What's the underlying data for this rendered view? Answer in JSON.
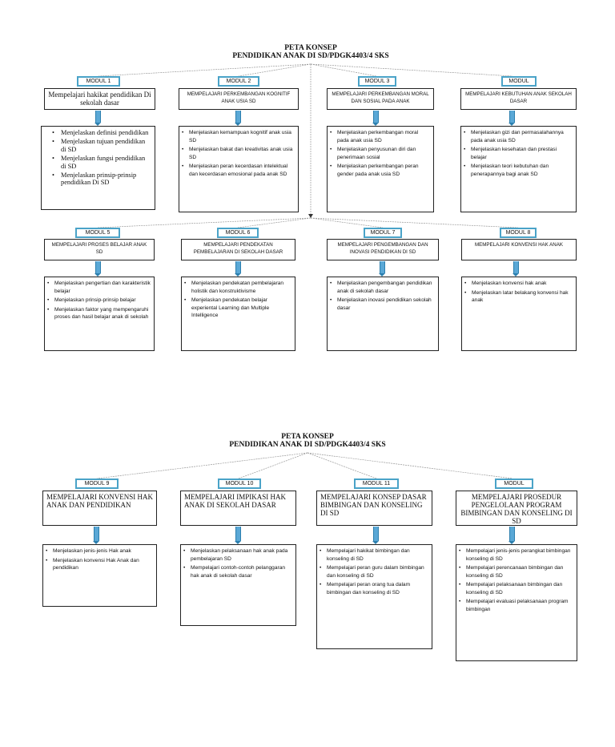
{
  "page1": {
    "title_line1": "PETA KONSEP",
    "title_line2": "PENDIDIKAN ANAK DI SD/PDGK4403/4 SKS",
    "modules": [
      {
        "tag": "MODUL 1",
        "heading": "Mempelajari hakikat pendidikan Di sekolah dasar",
        "items": [
          "Menjelaskan definisi pendidikan",
          "Menjelaskan tujuan pendidikan di SD",
          "Menjelaskan fungsi pendidikan di SD",
          "Menjelaskan prinsip-prinsip pendidikan Di SD"
        ]
      },
      {
        "tag": "MODUL 2",
        "heading": "MEMPELAJARI PERKEMBANGAN KOGNITIF ANAK USIA SD",
        "items": [
          "Menjelaskan kemampuan kognitif anak usia SD",
          "Menjelaskan bakat dan kreativitas anak usia SD",
          "Menjelaskan peran kecerdasan intelektual dan kecerdasan emosional pada anak SD"
        ]
      },
      {
        "tag": "MODUL 3",
        "heading": "MEMPELAJARI PERKEMBANGAN MORAL DAN SOSIAL PADA ANAK",
        "items": [
          "Menjelaskan perkembangan moral pada anak usia SD",
          "Menjelaskan penyusunan diri dan penerimaan sosial",
          "Menjelaskan perkembangan peran gender pada anak usia SD"
        ]
      },
      {
        "tag": "MODUL",
        "heading": "MEMPELAJARI KEBUTUHAN ANAK SEKOLAH DASAR",
        "items": [
          "Menjelaskan gizi dan permasalahannya pada anak usia SD",
          "Menjelaskan kesehatan dan prestasi belajar",
          "Menjelaskan teori kebutuhan dan penerapannya bagi anak SD"
        ]
      },
      {
        "tag": "MODUL 5",
        "heading": "MEMPELAJARI PROSES BELAJAR ANAK SD",
        "items": [
          "Menjelaskan pengertian dan karakteristik belajar",
          "Menjelaskan prinsip-prinsip belajar",
          "Menjelaskan faktor yang mempengaruhi proses dan hasil belajar anak di sekolah"
        ]
      },
      {
        "tag": "MODUL 6",
        "heading": "MEMPELAJARI PENDEKATAN PEMBELAJARAN DI SEKOLAH DASAR",
        "items": [
          "Menjelaskan pendekatan pembelajaran holistik dan konstruktivisme",
          "Menjelaskan pendekatan belajar experiental Learning dan Multiple Intelligence"
        ]
      },
      {
        "tag": "MODUL 7",
        "heading": "MEMPELAJARI PENGEMBANGAN DAN INOVASI PENDIDIKAN DI SD",
        "items": [
          "Menjelaskan pengembangan pendidikan anak di sekolah dasar",
          "Menjelaskan inovasi pendidikan sekolah dasar"
        ]
      },
      {
        "tag": "MODUL 8",
        "heading": "MEMPELAJARI KONVENSI HAK ANAK",
        "items": [
          "Menjelaskan konvensi hak anak",
          "Menjelaskan latar belakang konvensi hak anak"
        ]
      }
    ]
  },
  "page2": {
    "title_line1": "PETA KONSEP",
    "title_line2": "PENDIDIKAN ANAK DI SD/PDGK4403/4 SKS",
    "modules": [
      {
        "tag": "MODUL 9",
        "heading": "MEMPELAJARI KONVENSI HAK ANAK DAN PENDIDIKAN",
        "items": [
          "Menjelaskan jenis-jenis Hak anak",
          "Menjelaskan konvensi Hak Anak dan pendidikan"
        ]
      },
      {
        "tag": "MODUL 10",
        "heading": "MEMPELAJARI IMPIKASI HAK ANAK DI SEKOLAH DASAR",
        "items": [
          "Menjelaskan pelaksanaan hak anak pada pembelajaran SD",
          "Mempelajari contoh-contoh pelanggaran hak anak di sekolah dasar"
        ]
      },
      {
        "tag": "MODUL 11",
        "heading": "MEMPELAJARI KONSEP DASAR BIMBINGAN DAN KONSELING DI SD",
        "items": [
          "Mempelajari hakikat bimbingan dan konseling di SD",
          "Mempelajari peran guru dalam bimbingan dan konseling di SD",
          "Mempelajari peran orang tua dalam bimbingan dan konseling di SD"
        ]
      },
      {
        "tag": "MODUL",
        "heading": "MEMPELAJARI PROSEDUR PENGELOLAAN PROGRAM BIMBINGAN DAN KONSELING DI SD",
        "items": [
          "Mempelajari jenis-jenis perangkat bimbingan konseling di SD",
          "Mempelajari perencanaan bimbingan dan konseling di SD",
          "Mempelajari pelaksanaan bimbingan dan konseling di SD",
          "Mempelajari evaluasi pelaksanaan program bimbingan"
        ]
      }
    ]
  },
  "colors": {
    "tag_border": "#4aa3c8",
    "connector": "#5aa8d6",
    "line": "#888888"
  }
}
